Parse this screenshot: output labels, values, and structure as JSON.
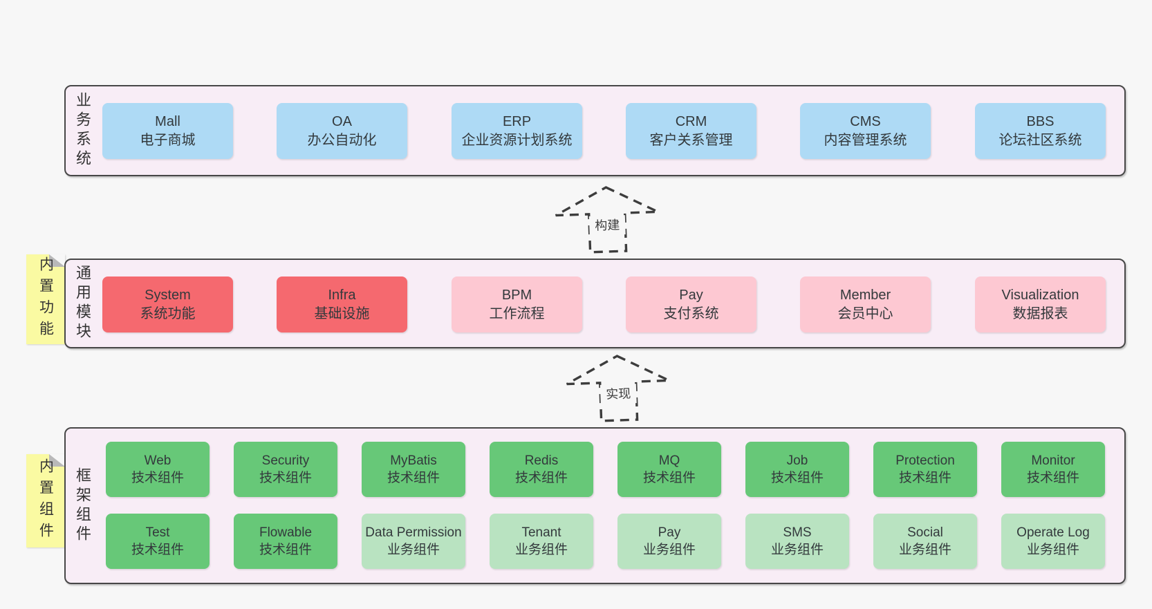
{
  "colors": {
    "page_bg": "#f7f7f7",
    "panel_bg": "#f8edf6",
    "panel_border": "#474747",
    "blue_box": "#aedaf5",
    "red_box": "#f5696f",
    "pink_box": "#fdc8d2",
    "green_dark_box": "#67c878",
    "green_light_box": "#b9e3c1",
    "sticky_yellow": "#fafaa2",
    "sticky_fold_gray": "#b9b9b9",
    "text": "#333333",
    "arrow_stroke": "#3d3d3d"
  },
  "business": {
    "label": "业务系统",
    "boxes": [
      {
        "title": "Mall",
        "subtitle": "电子商城"
      },
      {
        "title": "OA",
        "subtitle": "办公自动化"
      },
      {
        "title": "ERP",
        "subtitle": "企业资源计划系统"
      },
      {
        "title": "CRM",
        "subtitle": "客户关系管理"
      },
      {
        "title": "CMS",
        "subtitle": "内容管理系统"
      },
      {
        "title": "BBS",
        "subtitle": "论坛社区系统"
      }
    ]
  },
  "modules": {
    "label": "通用模块",
    "sticky_note": "内置功能",
    "boxes": [
      {
        "title": "System",
        "subtitle": "系统功能"
      },
      {
        "title": "Infra",
        "subtitle": "基础设施"
      },
      {
        "title": "BPM",
        "subtitle": "工作流程"
      },
      {
        "title": "Pay",
        "subtitle": "支付系统"
      },
      {
        "title": "Member",
        "subtitle": "会员中心"
      },
      {
        "title": "Visualization",
        "subtitle": "数据报表"
      }
    ]
  },
  "components": {
    "label": "框架组件",
    "sticky_note": "内置组件",
    "row1": [
      {
        "title": "Web",
        "subtitle": "技术组件"
      },
      {
        "title": "Security",
        "subtitle": "技术组件"
      },
      {
        "title": "MyBatis",
        "subtitle": "技术组件"
      },
      {
        "title": "Redis",
        "subtitle": "技术组件"
      },
      {
        "title": "MQ",
        "subtitle": "技术组件"
      },
      {
        "title": "Job",
        "subtitle": "技术组件"
      },
      {
        "title": "Protection",
        "subtitle": "技术组件"
      },
      {
        "title": "Monitor",
        "subtitle": "技术组件"
      }
    ],
    "row2": [
      {
        "title": "Test",
        "subtitle": "技术组件"
      },
      {
        "title": "Flowable",
        "subtitle": "技术组件"
      },
      {
        "title": "Data Permission",
        "subtitle": "业务组件"
      },
      {
        "title": "Tenant",
        "subtitle": "业务组件"
      },
      {
        "title": "Pay",
        "subtitle": "业务组件"
      },
      {
        "title": "SMS",
        "subtitle": "业务组件"
      },
      {
        "title": "Social",
        "subtitle": "业务组件"
      },
      {
        "title": "Operate Log",
        "subtitle": "业务组件"
      }
    ]
  },
  "arrows": {
    "build": "构建",
    "implement": "实现"
  }
}
